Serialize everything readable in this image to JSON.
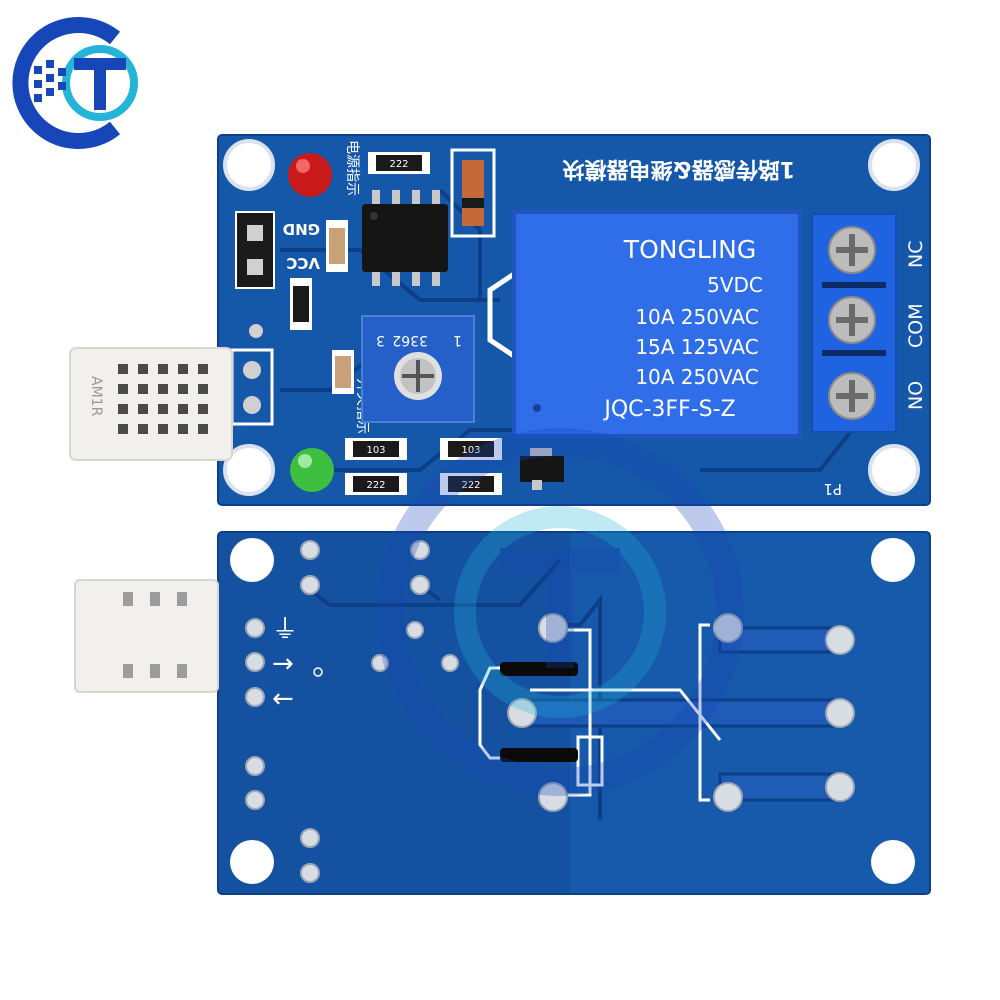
{
  "colors": {
    "board": "#1557a8",
    "board_dark": "#0f4a93",
    "board_back": "#1452a1",
    "trace": "#0c3f86",
    "relay": "#2f6ee8",
    "relay_dark": "#2253c2",
    "terminal": "#1f63e0",
    "silk": "#ffffff",
    "sensor": "#f1f0ec",
    "logo_blue": "#1746b8",
    "logo_teal": "#24b4d8"
  },
  "top_board": {
    "title": "1路传感器&继电器模块",
    "led_power_label": "电源指示",
    "led_relay_label": "开关指示",
    "pin_gnd": "GND",
    "pin_vcc": "VCC",
    "pot_label": "3362",
    "pot_digit": "3",
    "pot_pin1": "1",
    "connector_label": "P1",
    "sensor_label": "AM1R",
    "relay": {
      "brand": "TONGLING",
      "line2": "5VDC",
      "line3": "10A 250VAC",
      "line4": "15A 125VAC",
      "line5": "10A 250VAC",
      "model": "JQC-3FF-S-Z"
    },
    "terminals": {
      "nc": "NC",
      "com": "COM",
      "no": "NO"
    },
    "resistors": {
      "r1": "222",
      "r2": "103",
      "r3": "103",
      "r4": "222",
      "r5": "222"
    }
  },
  "bottom_board": {
    "gnd_symbol": "⏚",
    "in_arrow": "→",
    "out_arrow": "←"
  }
}
